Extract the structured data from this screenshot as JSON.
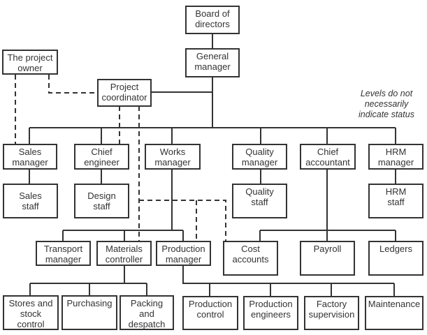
{
  "diagram": {
    "type": "organization-chart",
    "note": "Levels do not\nnecessarily\nindicate status",
    "nodes": {
      "board": "Board of\ndirectors",
      "gm": "General\nmanager",
      "owner": "The project\nowner",
      "coordinator": "Project\ncoordinator",
      "sales_mgr": "Sales\nmanager",
      "chief_eng": "Chief\nengineer",
      "works_mgr": "Works\nmanager",
      "quality_mgr": "Quality\nmanager",
      "chief_acc": "Chief\naccountant",
      "hrm_mgr": "HRM\nmanager",
      "sales_staff": "Sales\nstaff",
      "design_staff": "Design\nstaff",
      "quality_staff": "Quality\nstaff",
      "hrm_staff": "HRM\nstaff",
      "transport_mgr": "Transport\nmanager",
      "materials_ctrl": "Materials\ncontroller",
      "production_mgr": "Production\nmanager",
      "cost_accounts": "Cost\naccounts",
      "payroll": "Payroll",
      "ledgers": "Ledgers",
      "stores": "Stores and\nstock\ncontrol",
      "purchasing": "Purchasing",
      "packing": "Packing\nand\ndespatch",
      "prod_control": "Production\ncontrol",
      "prod_engineers": "Production\nengineers",
      "factory_supervision": "Factory\nsupervision",
      "maintenance": "Maintenance"
    },
    "links_solid": [
      [
        "board",
        "gm"
      ],
      [
        "gm",
        "coordinator"
      ],
      [
        "gm",
        "sales_mgr"
      ],
      [
        "gm",
        "chief_eng"
      ],
      [
        "gm",
        "works_mgr"
      ],
      [
        "gm",
        "quality_mgr"
      ],
      [
        "gm",
        "chief_acc"
      ],
      [
        "gm",
        "hrm_mgr"
      ],
      [
        "sales_mgr",
        "sales_staff"
      ],
      [
        "chief_eng",
        "design_staff"
      ],
      [
        "quality_mgr",
        "quality_staff"
      ],
      [
        "hrm_mgr",
        "hrm_staff"
      ],
      [
        "works_mgr",
        "transport_mgr"
      ],
      [
        "works_mgr",
        "materials_ctrl"
      ],
      [
        "works_mgr",
        "production_mgr"
      ],
      [
        "chief_acc",
        "cost_accounts"
      ],
      [
        "chief_acc",
        "payroll"
      ],
      [
        "chief_acc",
        "ledgers"
      ],
      [
        "materials_ctrl",
        "stores"
      ],
      [
        "materials_ctrl",
        "purchasing"
      ],
      [
        "materials_ctrl",
        "packing"
      ],
      [
        "production_mgr",
        "prod_control"
      ],
      [
        "production_mgr",
        "prod_engineers"
      ],
      [
        "production_mgr",
        "factory_supervision"
      ],
      [
        "production_mgr",
        "maintenance"
      ]
    ],
    "links_dashed": [
      [
        "owner",
        "coordinator"
      ],
      [
        "owner",
        "sales_mgr"
      ],
      [
        "coordinator",
        "chief_eng"
      ],
      [
        "coordinator",
        "materials_ctrl"
      ],
      [
        "coordinator",
        "production_mgr"
      ],
      [
        "coordinator",
        "cost_accounts"
      ]
    ]
  }
}
